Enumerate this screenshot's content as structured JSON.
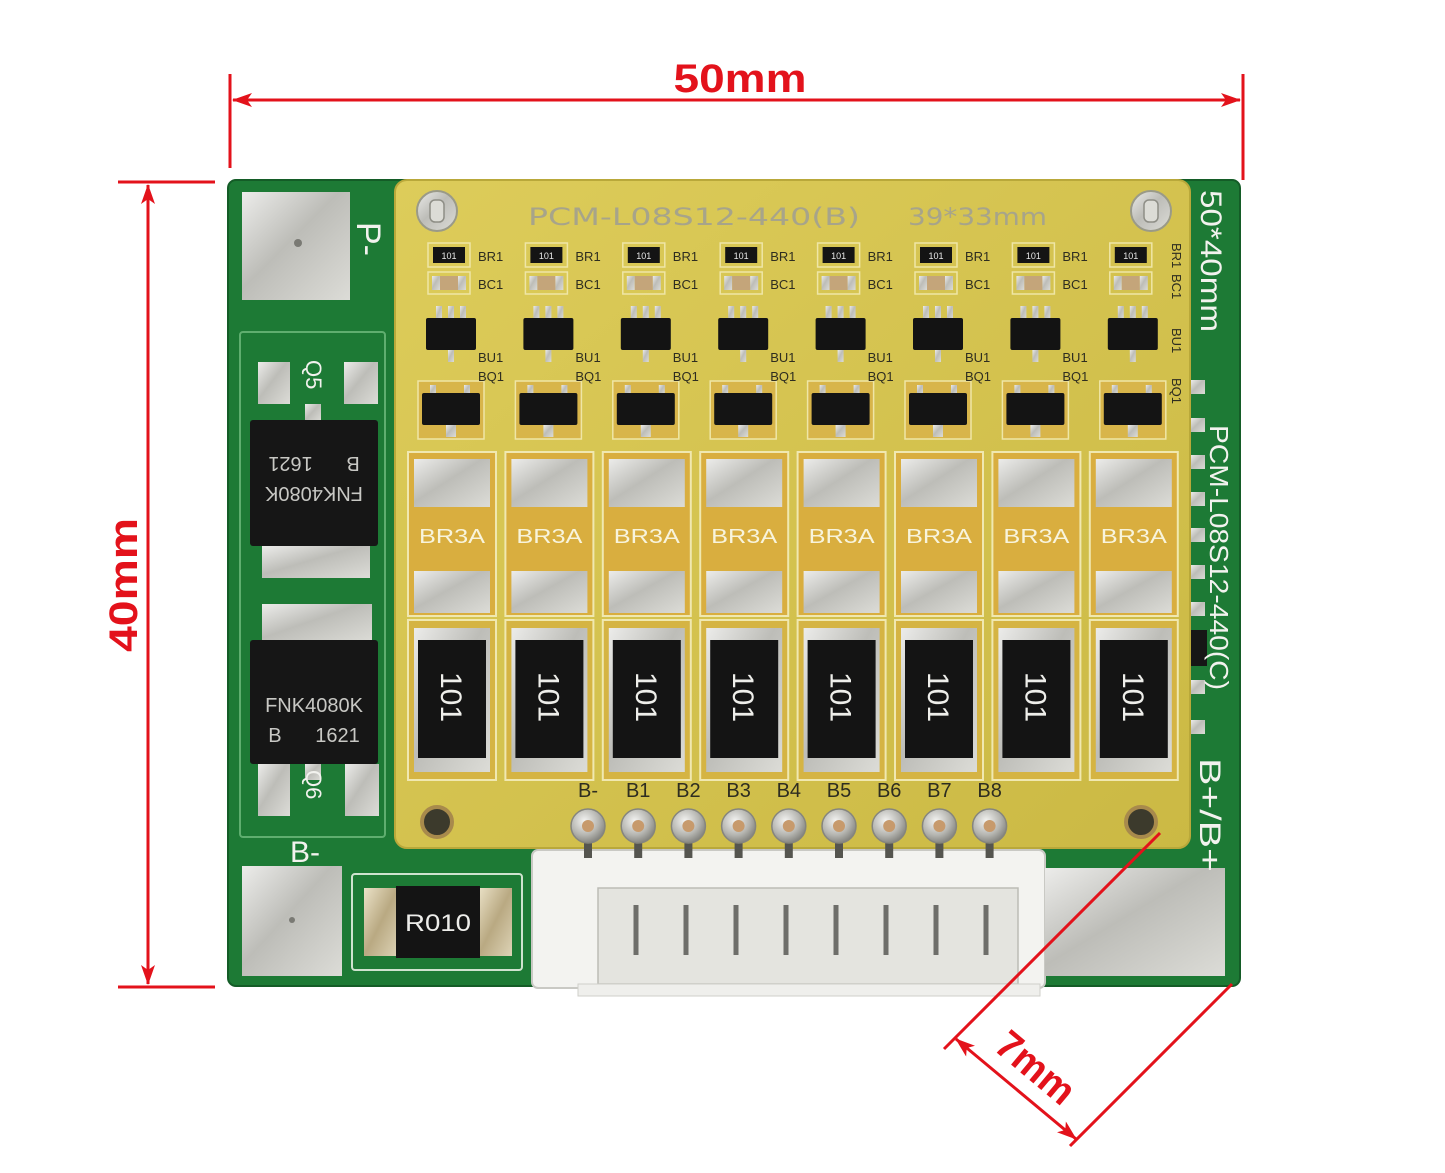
{
  "dimensions": {
    "width": "50mm",
    "height": "40mm",
    "pin_offset": "7mm"
  },
  "colors": {
    "dimension_red": "#e3121b",
    "main_board_green": "#1d7a35",
    "balance_board_yellow": "#d6c54d",
    "silkscreen_white": "#f2f2ee",
    "component_black": "#161616"
  },
  "main_board": {
    "size_marking": "50*40mm",
    "model_marking": "PCM-L08S12-440(C)",
    "output_marking": "B+/B+",
    "p_minus_marking": "P-",
    "b_minus_marking": "B-",
    "mosfets": [
      {
        "ref": "Q5",
        "part": "FNK4080K",
        "code": "B 1621"
      },
      {
        "ref": "Q6",
        "part": "FNK4080K",
        "code": "B 1621"
      }
    ],
    "shunt_marking": "R010"
  },
  "balance_board": {
    "model_marking": "PCM-L08S12-440(B)",
    "size_marking": "39*33mm",
    "channels": [
      {
        "tiny_resistor": "101",
        "upper_labels": [
          "BR1",
          "BC1"
        ],
        "lower_labels": [
          "BU1",
          "BQ1"
        ],
        "pad_label": "BR3A",
        "resistor": "101"
      },
      {
        "tiny_resistor": "101",
        "upper_labels": [
          "BR1",
          "BC1"
        ],
        "lower_labels": [
          "BU1",
          "BQ1"
        ],
        "pad_label": "BR3A",
        "resistor": "101"
      },
      {
        "tiny_resistor": "101",
        "upper_labels": [
          "BR1",
          "BC1"
        ],
        "lower_labels": [
          "BU1",
          "BQ1"
        ],
        "pad_label": "BR3A",
        "resistor": "101"
      },
      {
        "tiny_resistor": "101",
        "upper_labels": [
          "BR1",
          "BC1"
        ],
        "lower_labels": [
          "BU1",
          "BQ1"
        ],
        "pad_label": "BR3A",
        "resistor": "101"
      },
      {
        "tiny_resistor": "101",
        "upper_labels": [
          "BR1",
          "BC1"
        ],
        "lower_labels": [
          "BU1",
          "BQ1"
        ],
        "pad_label": "BR3A",
        "resistor": "101"
      },
      {
        "tiny_resistor": "101",
        "upper_labels": [
          "BR1",
          "BC1"
        ],
        "lower_labels": [
          "BU1",
          "BQ1"
        ],
        "pad_label": "BR3A",
        "resistor": "101"
      },
      {
        "tiny_resistor": "101",
        "upper_labels": [
          "BR1",
          "BC1"
        ],
        "lower_labels": [
          "BU1",
          "BQ1"
        ],
        "pad_label": "BR3A",
        "resistor": "101"
      },
      {
        "tiny_resistor": "101",
        "upper_labels": [
          "BR1",
          "BC1"
        ],
        "lower_labels": [
          "BU1",
          "BQ1"
        ],
        "pad_label": "BR3A",
        "resistor": "101"
      }
    ]
  },
  "connector": {
    "pin_labels": [
      "B-",
      "B1",
      "B2",
      "B3",
      "B4",
      "B5",
      "B6",
      "B7",
      "B8"
    ]
  }
}
